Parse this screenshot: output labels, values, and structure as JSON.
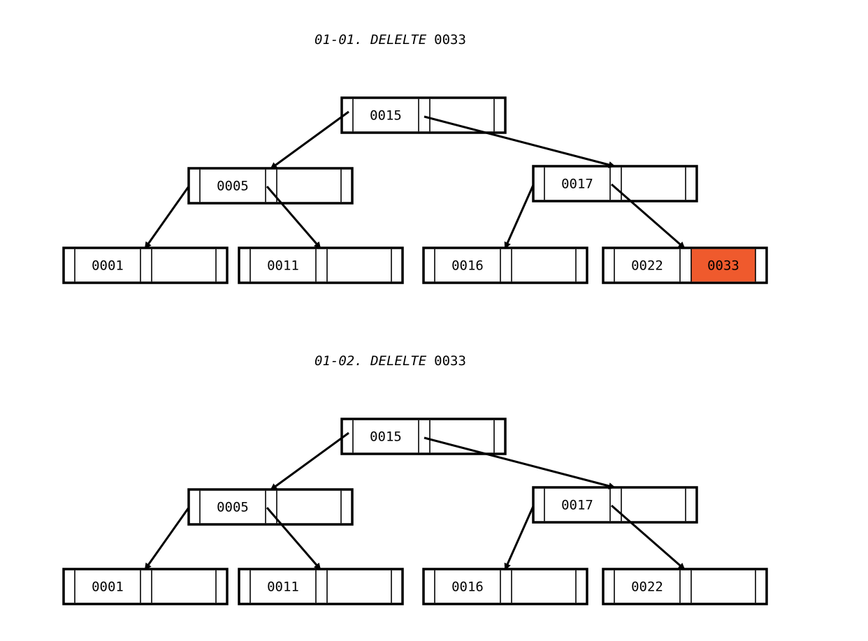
{
  "highlight_color": "#ef5a2d",
  "panels": [
    {
      "title_prefix": "01-01. DELELTE",
      "title_value": "0033",
      "nodes": [
        {
          "id": "root",
          "keys": [
            "0015"
          ],
          "highlight": []
        },
        {
          "id": "left",
          "keys": [
            "0005"
          ],
          "highlight": []
        },
        {
          "id": "right",
          "keys": [
            "0017"
          ],
          "highlight": []
        },
        {
          "id": "leaf1",
          "keys": [
            "0001"
          ],
          "highlight": []
        },
        {
          "id": "leaf2",
          "keys": [
            "0011"
          ],
          "highlight": []
        },
        {
          "id": "leaf3",
          "keys": [
            "0016"
          ],
          "highlight": []
        },
        {
          "id": "leaf4",
          "keys": [
            "0022",
            "0033"
          ],
          "highlight": [
            1
          ]
        }
      ]
    },
    {
      "title_prefix": "01-02. DELELTE",
      "title_value": "0033",
      "nodes": [
        {
          "id": "root",
          "keys": [
            "0015"
          ],
          "highlight": []
        },
        {
          "id": "left",
          "keys": [
            "0005"
          ],
          "highlight": []
        },
        {
          "id": "right",
          "keys": [
            "0017"
          ],
          "highlight": []
        },
        {
          "id": "leaf1",
          "keys": [
            "0001"
          ],
          "highlight": []
        },
        {
          "id": "leaf2",
          "keys": [
            "0011"
          ],
          "highlight": []
        },
        {
          "id": "leaf3",
          "keys": [
            "0016"
          ],
          "highlight": []
        },
        {
          "id": "leaf4",
          "keys": [
            "0022"
          ],
          "highlight": []
        }
      ]
    }
  ]
}
